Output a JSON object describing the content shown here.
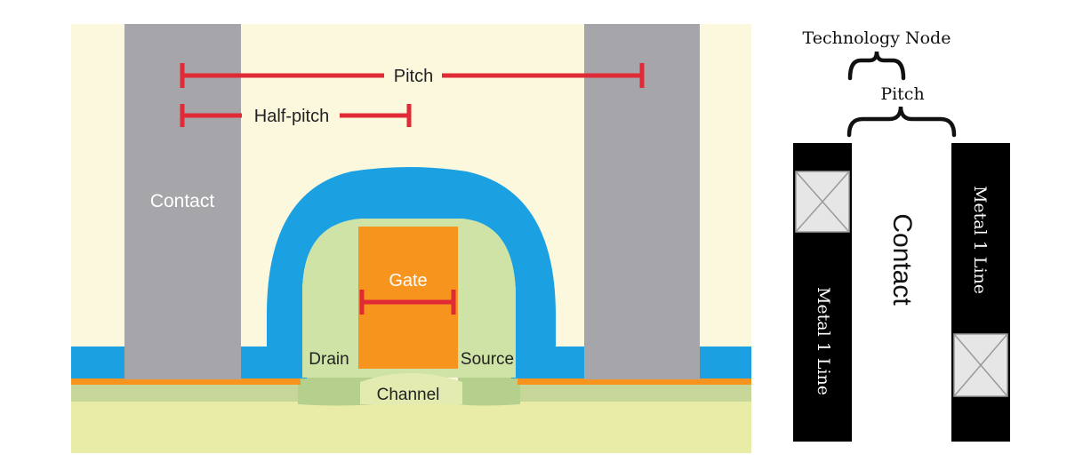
{
  "left_figure": {
    "contact_label": "Contact",
    "pitch_label": "Pitch",
    "half_pitch_label": "Half-pitch",
    "gate_label": "Gate",
    "drain_label": "Drain",
    "source_label": "Source",
    "channel_label": "Channel"
  },
  "right_figure": {
    "technology_node_label": "Technology Node",
    "pitch_label": "Pitch",
    "contact_label": "Contact",
    "metal_line_left_label": "Metal 1 Line",
    "metal_line_right_label": "Metal 1 Line"
  },
  "colors": {
    "background_cream": "#fbf8de",
    "contact_gray": "#a6a6aa",
    "spacer_blue": "#1ba1e2",
    "gate_orange": "#f7941d",
    "dimension_red": "#e02a36",
    "green_region": "#cfe3a6",
    "metal_black": "#000000"
  }
}
